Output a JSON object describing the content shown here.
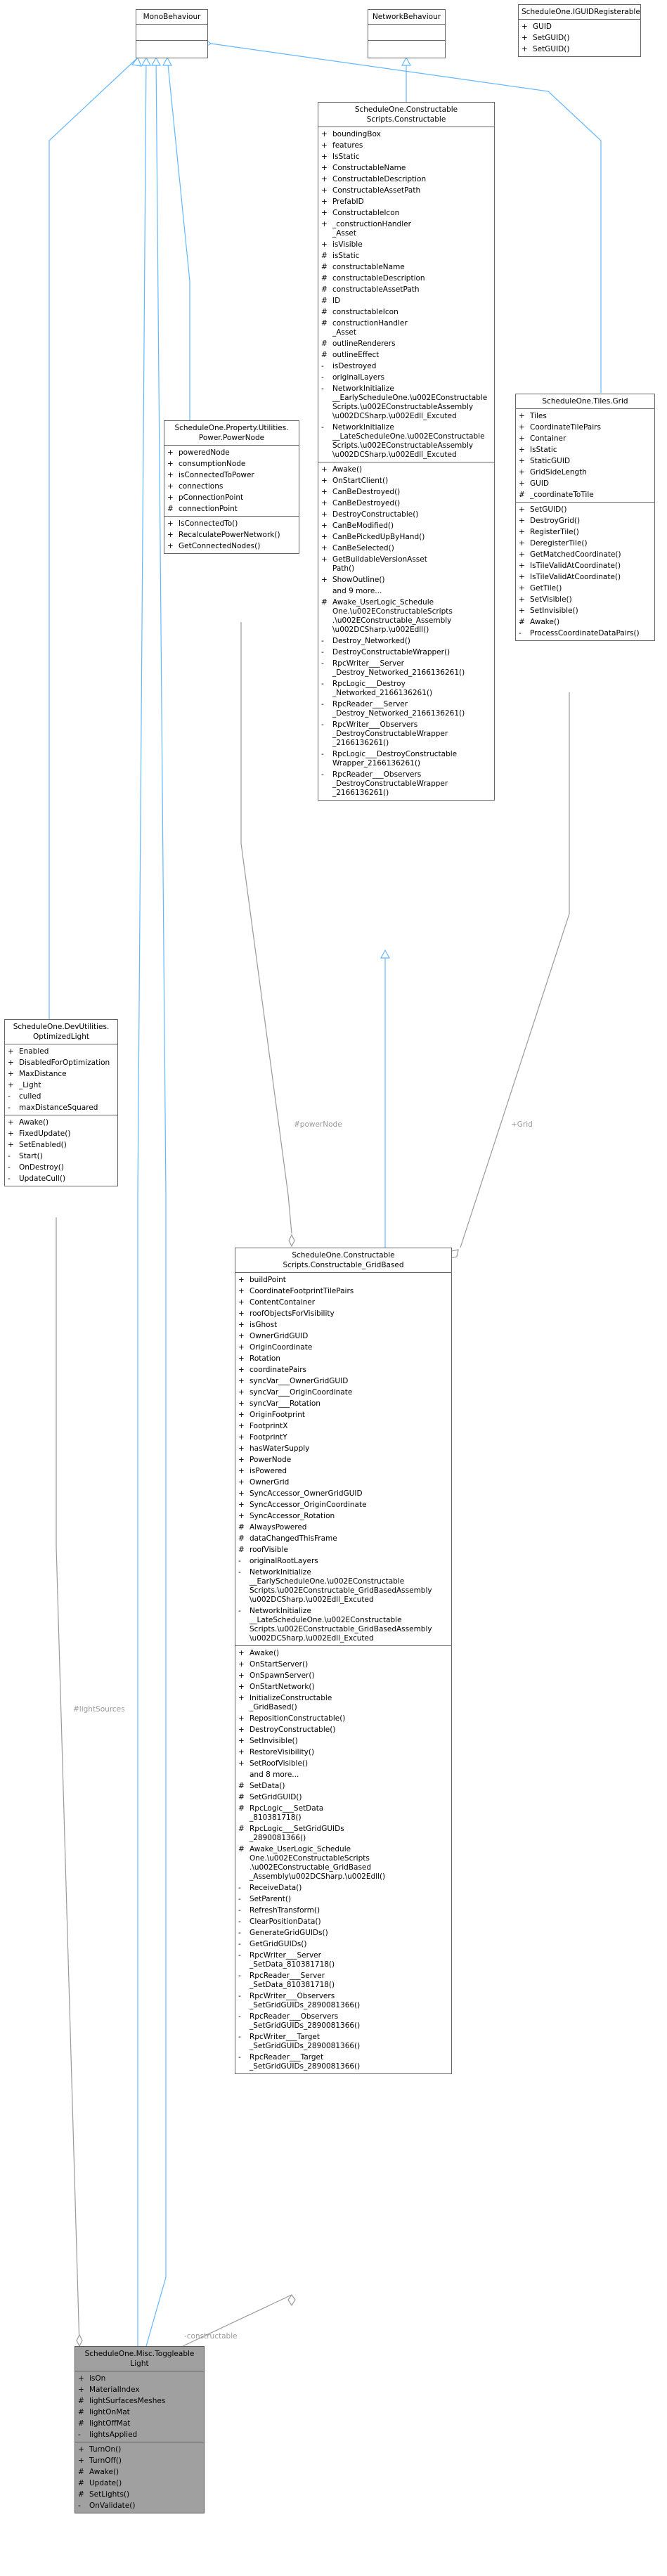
{
  "classes": [
    {
      "id": "monobehaviour",
      "title": "MonoBehaviour",
      "sections": [
        [],
        []
      ]
    },
    {
      "id": "networkbehaviour",
      "title": "NetworkBehaviour",
      "sections": [
        [],
        []
      ]
    },
    {
      "id": "iguidregisterable",
      "title": "ScheduleOne.IGUIDRegisterable",
      "sections": [
        [
          [
            "+",
            "GUID"
          ],
          [
            "+",
            "SetGUID()"
          ],
          [
            "+",
            "SetGUID()"
          ]
        ]
      ]
    },
    {
      "id": "constructable",
      "title": "ScheduleOne.Constructable\nScripts.Constructable",
      "sections": [
        [
          [
            "+",
            "boundingBox"
          ],
          [
            "+",
            "features"
          ],
          [
            "+",
            "IsStatic"
          ],
          [
            "+",
            "ConstructableName"
          ],
          [
            "+",
            "ConstructableDescription"
          ],
          [
            "+",
            "ConstructableAssetPath"
          ],
          [
            "+",
            "PrefabID"
          ],
          [
            "+",
            "ConstructableIcon"
          ],
          [
            "+",
            "_constructionHandler\n_Asset"
          ],
          [
            "+",
            "isVisible"
          ],
          [
            "#",
            "isStatic"
          ],
          [
            "#",
            "constructableName"
          ],
          [
            "#",
            "constructableDescription"
          ],
          [
            "#",
            "constructableAssetPath"
          ],
          [
            "#",
            "ID"
          ],
          [
            "#",
            "constructableIcon"
          ],
          [
            "#",
            "constructionHandler\n_Asset"
          ],
          [
            "#",
            "outlineRenderers"
          ],
          [
            "#",
            "outlineEffect"
          ],
          [
            "-",
            "isDestroyed"
          ],
          [
            "-",
            "originalLayers"
          ],
          [
            "-",
            "NetworkInitialize\n__EarlyScheduleOne.\\u002EConstructable\nScripts.\\u002EConstructableAssembly\n\\u002DCSharp.\\u002Edll_Excuted"
          ],
          [
            "-",
            "NetworkInitialize\n__LateScheduleOne.\\u002EConstructable\nScripts.\\u002EConstructableAssembly\n\\u002DCSharp.\\u002Edll_Excuted"
          ]
        ],
        [
          [
            "+",
            "Awake()"
          ],
          [
            "+",
            "OnStartClient()"
          ],
          [
            "+",
            "CanBeDestroyed()"
          ],
          [
            "+",
            "CanBeDestroyed()"
          ],
          [
            "+",
            "DestroyConstructable()"
          ],
          [
            "+",
            "CanBeModified()"
          ],
          [
            "+",
            "CanBePickedUpByHand()"
          ],
          [
            "+",
            "CanBeSelected()"
          ],
          [
            "+",
            "GetBuildableVersionAsset\nPath()"
          ],
          [
            "+",
            "ShowOutline()"
          ],
          [
            "",
            "and 9 more..."
          ],
          [
            "#",
            "Awake_UserLogic_Schedule\nOne.\\u002EConstructableScripts\n.\\u002EConstructable_Assembly\n\\u002DCSharp.\\u002Edll()"
          ],
          [
            "-",
            "Destroy_Networked()"
          ],
          [
            "-",
            "DestroyConstructableWrapper()"
          ],
          [
            "-",
            "RpcWriter___Server\n_Destroy_Networked_2166136261()"
          ],
          [
            "-",
            "RpcLogic___Destroy\n_Networked_2166136261()"
          ],
          [
            "-",
            "RpcReader___Server\n_Destroy_Networked_2166136261()"
          ],
          [
            "-",
            "RpcWriter___Observers\n_DestroyConstructableWrapper\n_2166136261()"
          ],
          [
            "-",
            "RpcLogic___DestroyConstructable\nWrapper_2166136261()"
          ],
          [
            "-",
            "RpcReader___Observers\n_DestroyConstructableWrapper\n_2166136261()"
          ]
        ]
      ]
    },
    {
      "id": "tilesgrid",
      "title": "ScheduleOne.Tiles.Grid",
      "sections": [
        [
          [
            "+",
            "Tiles"
          ],
          [
            "+",
            "CoordinateTilePairs"
          ],
          [
            "+",
            "Container"
          ],
          [
            "+",
            "IsStatic"
          ],
          [
            "+",
            "StaticGUID"
          ],
          [
            "+",
            "GridSideLength"
          ],
          [
            "+",
            "GUID"
          ],
          [
            "#",
            "_coordinateToTile"
          ]
        ],
        [
          [
            "+",
            "SetGUID()"
          ],
          [
            "+",
            "DestroyGrid()"
          ],
          [
            "+",
            "RegisterTile()"
          ],
          [
            "+",
            "DeregisterTile()"
          ],
          [
            "+",
            "GetMatchedCoordinate()"
          ],
          [
            "+",
            "IsTileValidAtCoordinate()"
          ],
          [
            "+",
            "IsTileValidAtCoordinate()"
          ],
          [
            "+",
            "GetTile()"
          ],
          [
            "+",
            "SetVisible()"
          ],
          [
            "+",
            "SetInvisible()"
          ],
          [
            "#",
            "Awake()"
          ],
          [
            "-",
            "ProcessCoordinateDataPairs()"
          ]
        ]
      ]
    },
    {
      "id": "powernode",
      "title": "ScheduleOne.Property.Utilities.\nPower.PowerNode",
      "sections": [
        [
          [
            "+",
            "poweredNode"
          ],
          [
            "+",
            "consumptionNode"
          ],
          [
            "+",
            "isConnectedToPower"
          ],
          [
            "+",
            "connections"
          ],
          [
            "+",
            "pConnectionPoint"
          ],
          [
            "#",
            "connectionPoint"
          ]
        ],
        [
          [
            "+",
            "IsConnectedTo()"
          ],
          [
            "+",
            "RecalculatePowerNetwork()"
          ],
          [
            "+",
            "GetConnectedNodes()"
          ]
        ]
      ]
    },
    {
      "id": "optimizedlight",
      "title": "ScheduleOne.DevUtilities.\nOptimizedLight",
      "sections": [
        [
          [
            "+",
            "Enabled"
          ],
          [
            "+",
            "DisabledForOptimization"
          ],
          [
            "+",
            "MaxDistance"
          ],
          [
            "+",
            "_Light"
          ],
          [
            "-",
            "culled"
          ],
          [
            "-",
            "maxDistanceSquared"
          ]
        ],
        [
          [
            "+",
            "Awake()"
          ],
          [
            "+",
            "FixedUpdate()"
          ],
          [
            "+",
            "SetEnabled()"
          ],
          [
            "-",
            "Start()"
          ],
          [
            "-",
            "OnDestroy()"
          ],
          [
            "-",
            "UpdateCull()"
          ]
        ]
      ]
    },
    {
      "id": "gridbased",
      "title": "ScheduleOne.Constructable\nScripts.Constructable_GridBased",
      "sections": [
        [
          [
            "+",
            "buildPoint"
          ],
          [
            "+",
            "CoordinateFootprintTilePairs"
          ],
          [
            "+",
            "ContentContainer"
          ],
          [
            "+",
            "roofObjectsForVisibility"
          ],
          [
            "+",
            "isGhost"
          ],
          [
            "+",
            "OwnerGridGUID"
          ],
          [
            "+",
            "OriginCoordinate"
          ],
          [
            "+",
            "Rotation"
          ],
          [
            "+",
            "coordinatePairs"
          ],
          [
            "+",
            "syncVar___OwnerGridGUID"
          ],
          [
            "+",
            "syncVar___OriginCoordinate"
          ],
          [
            "+",
            "syncVar___Rotation"
          ],
          [
            "+",
            "OriginFootprint"
          ],
          [
            "+",
            "FootprintX"
          ],
          [
            "+",
            "FootprintY"
          ],
          [
            "+",
            "hasWaterSupply"
          ],
          [
            "+",
            "PowerNode"
          ],
          [
            "+",
            "isPowered"
          ],
          [
            "+",
            "OwnerGrid"
          ],
          [
            "+",
            "SyncAccessor_OwnerGridGUID"
          ],
          [
            "+",
            "SyncAccessor_OriginCoordinate"
          ],
          [
            "+",
            "SyncAccessor_Rotation"
          ],
          [
            "#",
            "AlwaysPowered"
          ],
          [
            "#",
            "dataChangedThisFrame"
          ],
          [
            "#",
            "roofVisible"
          ],
          [
            "-",
            "originalRootLayers"
          ],
          [
            "-",
            "NetworkInitialize\n__EarlyScheduleOne.\\u002EConstructable\nScripts.\\u002EConstructable_GridBasedAssembly\n\\u002DCSharp.\\u002Edll_Excuted"
          ],
          [
            "-",
            "NetworkInitialize\n__LateScheduleOne.\\u002EConstructable\nScripts.\\u002EConstructable_GridBasedAssembly\n\\u002DCSharp.\\u002Edll_Excuted"
          ]
        ],
        [
          [
            "+",
            "Awake()"
          ],
          [
            "+",
            "OnStartServer()"
          ],
          [
            "+",
            "OnSpawnServer()"
          ],
          [
            "+",
            "OnStartNetwork()"
          ],
          [
            "+",
            "InitializeConstructable\n_GridBased()"
          ],
          [
            "+",
            "RepositionConstructable()"
          ],
          [
            "+",
            "DestroyConstructable()"
          ],
          [
            "+",
            "SetInvisible()"
          ],
          [
            "+",
            "RestoreVisibility()"
          ],
          [
            "+",
            "SetRoofVisible()"
          ],
          [
            "",
            "and 8 more..."
          ],
          [
            "#",
            "SetData()"
          ],
          [
            "#",
            "SetGridGUID()"
          ],
          [
            "#",
            "RpcLogic___SetData\n_810381718()"
          ],
          [
            "#",
            "RpcLogic___SetGridGUIDs\n_2890081366()"
          ],
          [
            "#",
            "Awake_UserLogic_Schedule\nOne.\\u002EConstructableScripts\n.\\u002EConstructable_GridBased\n_Assembly\\u002DCSharp.\\u002Edll()"
          ],
          [
            "-",
            "ReceiveData()"
          ],
          [
            "-",
            "SetParent()"
          ],
          [
            "-",
            "RefreshTransform()"
          ],
          [
            "-",
            "ClearPositionData()"
          ],
          [
            "-",
            "GenerateGridGUIDs()"
          ],
          [
            "-",
            "GetGridGUIDs()"
          ],
          [
            "-",
            "RpcWriter___Server\n_SetData_810381718()"
          ],
          [
            "-",
            "RpcReader___Server\n_SetData_810381718()"
          ],
          [
            "-",
            "RpcWriter___Observers\n_SetGridGUIDs_2890081366()"
          ],
          [
            "-",
            "RpcReader___Observers\n_SetGridGUIDs_2890081366()"
          ],
          [
            "-",
            "RpcWriter___Target\n_SetGridGUIDs_2890081366()"
          ],
          [
            "-",
            "RpcReader___Target\n_SetGridGUIDs_2890081366()"
          ]
        ]
      ]
    },
    {
      "id": "toggleablelight",
      "title": "ScheduleOne.Misc.Toggleable\nLight",
      "sections": [
        [
          [
            "+",
            "isOn"
          ],
          [
            "+",
            "MaterialIndex"
          ],
          [
            "#",
            "lightSurfacesMeshes"
          ],
          [
            "#",
            "lightOnMat"
          ],
          [
            "#",
            "lightOffMat"
          ],
          [
            "-",
            "lightsApplied"
          ]
        ],
        [
          [
            "+",
            "TurnOn()"
          ],
          [
            "+",
            "TurnOff()"
          ],
          [
            "#",
            "Awake()"
          ],
          [
            "#",
            "Update()"
          ],
          [
            "#",
            "SetLights()"
          ],
          [
            "-",
            "OnValidate()"
          ]
        ]
      ]
    }
  ],
  "edge_labels": {
    "power_node": "#powerNode",
    "grid": "+Grid",
    "light_sources": "#lightSources",
    "constructable": "-constructable"
  },
  "colors": {
    "inheritance_edge": "#63b8ff",
    "association_edge": "#9a9a9a",
    "focus_node": "#a0a0a0"
  }
}
